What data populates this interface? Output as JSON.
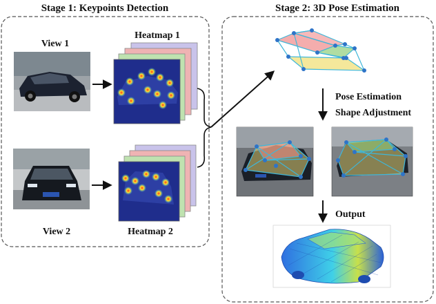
{
  "stage1": {
    "title": "Stage 1: Keypoints Detection",
    "view1_label": "View 1",
    "view2_label": "View 2",
    "heatmap1_label": "Heatmap 1",
    "heatmap2_label": "Heatmap 2"
  },
  "stage2": {
    "title": "Stage 2: 3D Pose Estimation",
    "step_line1": "Pose Estimation",
    "step_line2": "Shape Adjustment",
    "output_label": "Output"
  },
  "colors": {
    "panel_border": "#555555",
    "heatmap_bg": "#1f2d8c",
    "layer_purple": "#c9c3ea",
    "layer_red": "#efb3b3",
    "layer_green": "#bfe2b0",
    "wireframe_line": "#3fb7d9",
    "keypoint": "#2e74c8",
    "fill_red": "#f08a8a",
    "fill_yellow": "#f2e07a",
    "fill_green": "#8fcf7a"
  },
  "icons": {
    "car_photo_1": "dark-suv-photo",
    "car_photo_2": "dark-suv-front-photo",
    "mesh": "3d-car-mesh"
  }
}
